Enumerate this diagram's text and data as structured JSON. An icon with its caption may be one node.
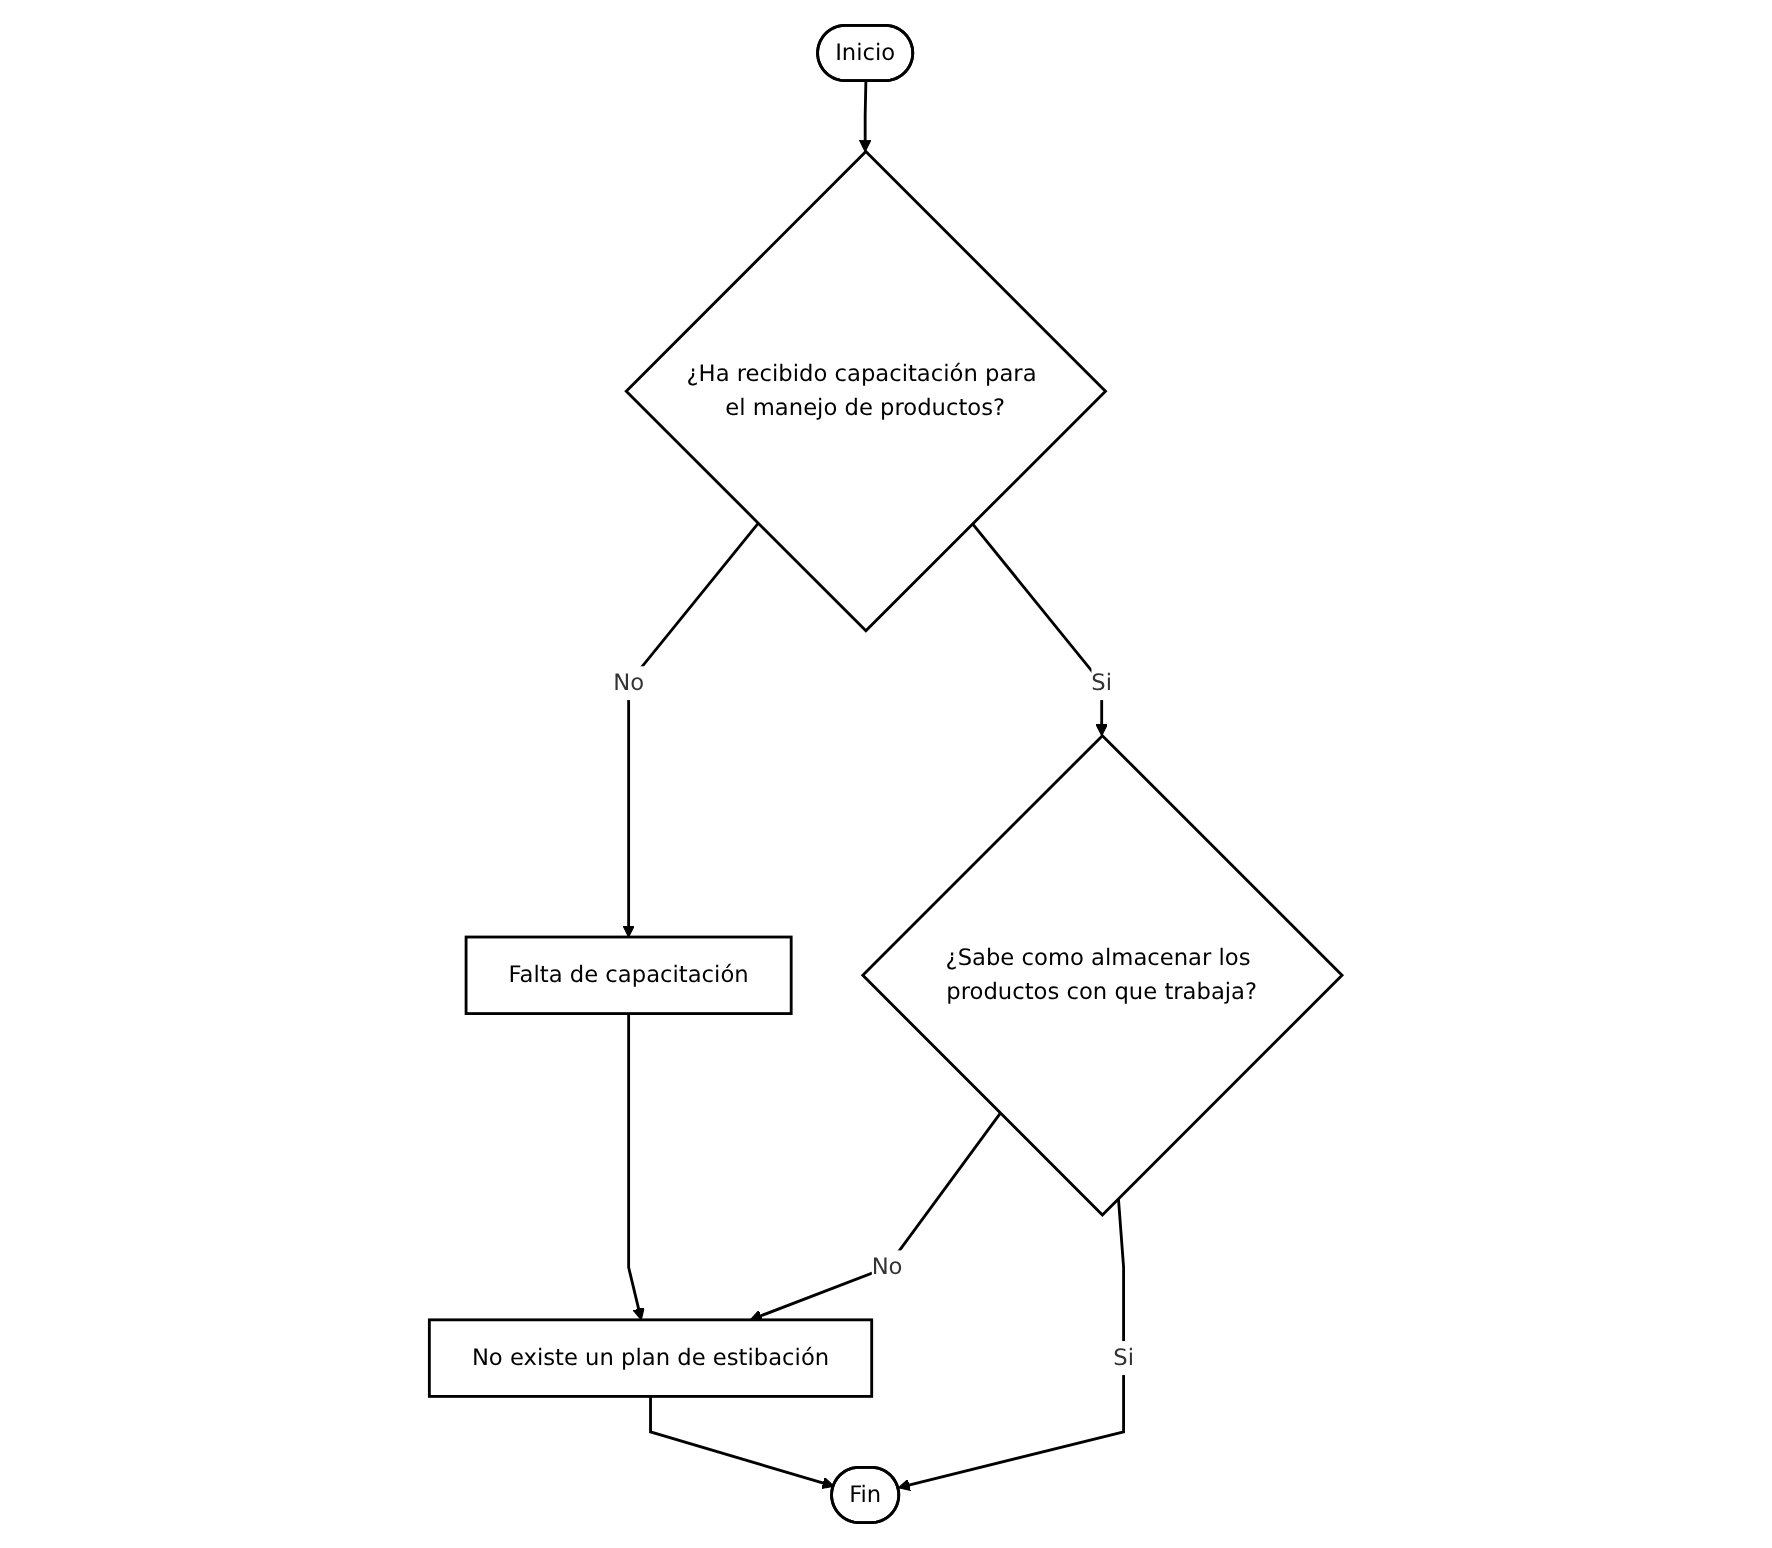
{
  "diagram": {
    "nodes": [
      {
        "text": [
          "Inicio"
        ]
      },
      {
        "text": [
          "¿Ha recibido capacitación para el manejo de productos?"
        ]
      },
      {
        "text": [
          "Falta de capacitación"
        ]
      },
      {
        "text": [
          "¿Sabe como almacenar los productos con que trabaja?"
        ]
      },
      {
        "text": [
          "No existe un plan de estibación"
        ]
      },
      {
        "text": [
          "Fin"
        ]
      }
    ],
    "edges": [
      {
        "from": 0,
        "to": 1,
        "arrow": "to"
      },
      {
        "from": 1,
        "to": 2,
        "label": "No",
        "arrow": "to"
      },
      {
        "from": 1,
        "to": 3,
        "label": "Si",
        "arrow": "to"
      },
      {
        "from": 2,
        "to": 4,
        "arrow": "to"
      },
      {
        "from": 3,
        "to": 4,
        "label": "No",
        "arrow": "to"
      },
      {
        "from": 3,
        "to": 5,
        "label": "Si",
        "arrow": "to"
      },
      {
        "from": 4,
        "to": 5,
        "arrow": "to"
      }
    ]
  }
}
